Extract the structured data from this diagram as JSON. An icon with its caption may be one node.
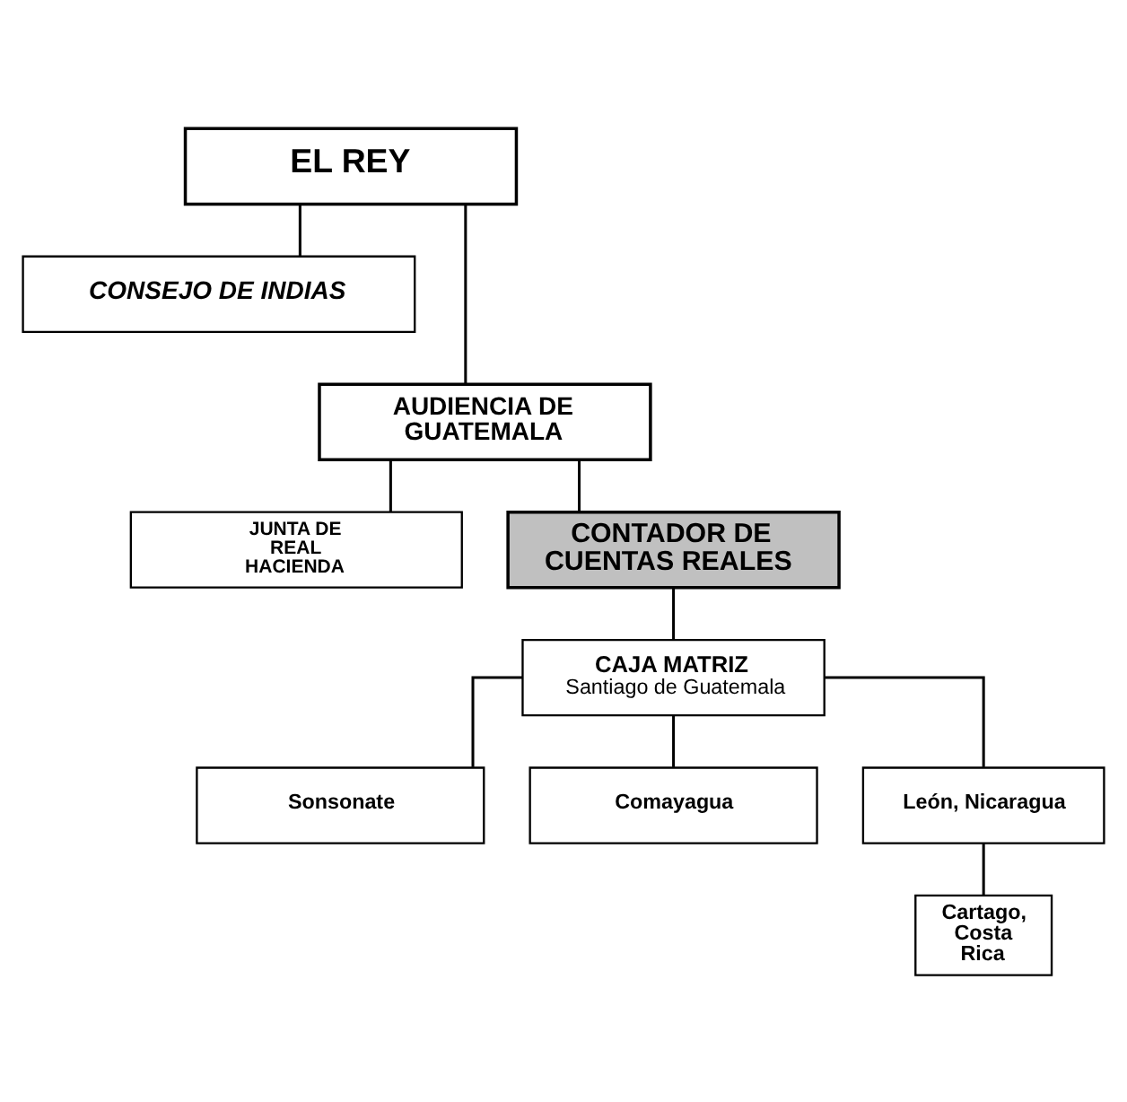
{
  "diagram": {
    "nodes": [
      {
        "text": [
          "EL REY"
        ]
      },
      {
        "text": [
          "CONSEJO DE INDIAS"
        ]
      },
      {
        "text": [
          "AUDIENCIA DE GUATEMALA"
        ]
      },
      {
        "text": [
          "JUNTA DE REAL HACIENDA"
        ]
      },
      {
        "text": [
          "CONTADOR DE CUENTAS REALES"
        ]
      },
      {
        "text": [
          "CAJA MATRIZ",
          "Santiago de Guatemala"
        ]
      },
      {
        "text": [
          "Sonsonate"
        ]
      },
      {
        "text": [
          "Comayagua"
        ]
      },
      {
        "text": [
          "León, Nicaragua"
        ]
      },
      {
        "text": [
          "Cartago, Costa Rica"
        ]
      }
    ],
    "edges": [
      {
        "from": 0,
        "to": 1,
        "arrow": "none"
      },
      {
        "from": 0,
        "to": 2,
        "arrow": "none"
      },
      {
        "from": 2,
        "to": 3,
        "arrow": "none"
      },
      {
        "from": 2,
        "to": 4,
        "arrow": "none"
      },
      {
        "from": 4,
        "to": 5,
        "arrow": "none"
      },
      {
        "from": 5,
        "to": 6,
        "arrow": "none"
      },
      {
        "from": 5,
        "to": 7,
        "arrow": "none"
      },
      {
        "from": 5,
        "to": 8,
        "arrow": "none"
      },
      {
        "from": 8,
        "to": 9,
        "arrow": "none"
      }
    ]
  }
}
